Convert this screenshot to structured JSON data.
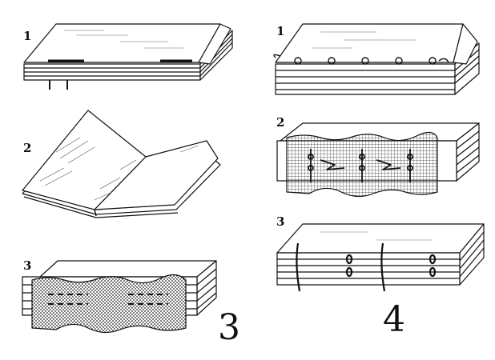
{
  "figures": [
    {
      "id": "3",
      "caption": "3",
      "steps": [
        {
          "number": "1",
          "subject": "folded-gatherings-with-stitched-spine"
        },
        {
          "number": "2",
          "subject": "single-folded-sheet-opened"
        },
        {
          "number": "3",
          "subject": "stack-with-mesh-cloth-lining"
        }
      ]
    },
    {
      "id": "4",
      "caption": "4",
      "steps": [
        {
          "number": "1",
          "subject": "stack-sewn-with-loops-at-spine"
        },
        {
          "number": "2",
          "subject": "stack-with-grid-mesh-and-cords"
        },
        {
          "number": "3",
          "subject": "stack-with-two-cords-across-edge"
        }
      ]
    }
  ],
  "colors": {
    "ink": "#111111",
    "paper": "#ffffff",
    "hatch": "#555555"
  }
}
